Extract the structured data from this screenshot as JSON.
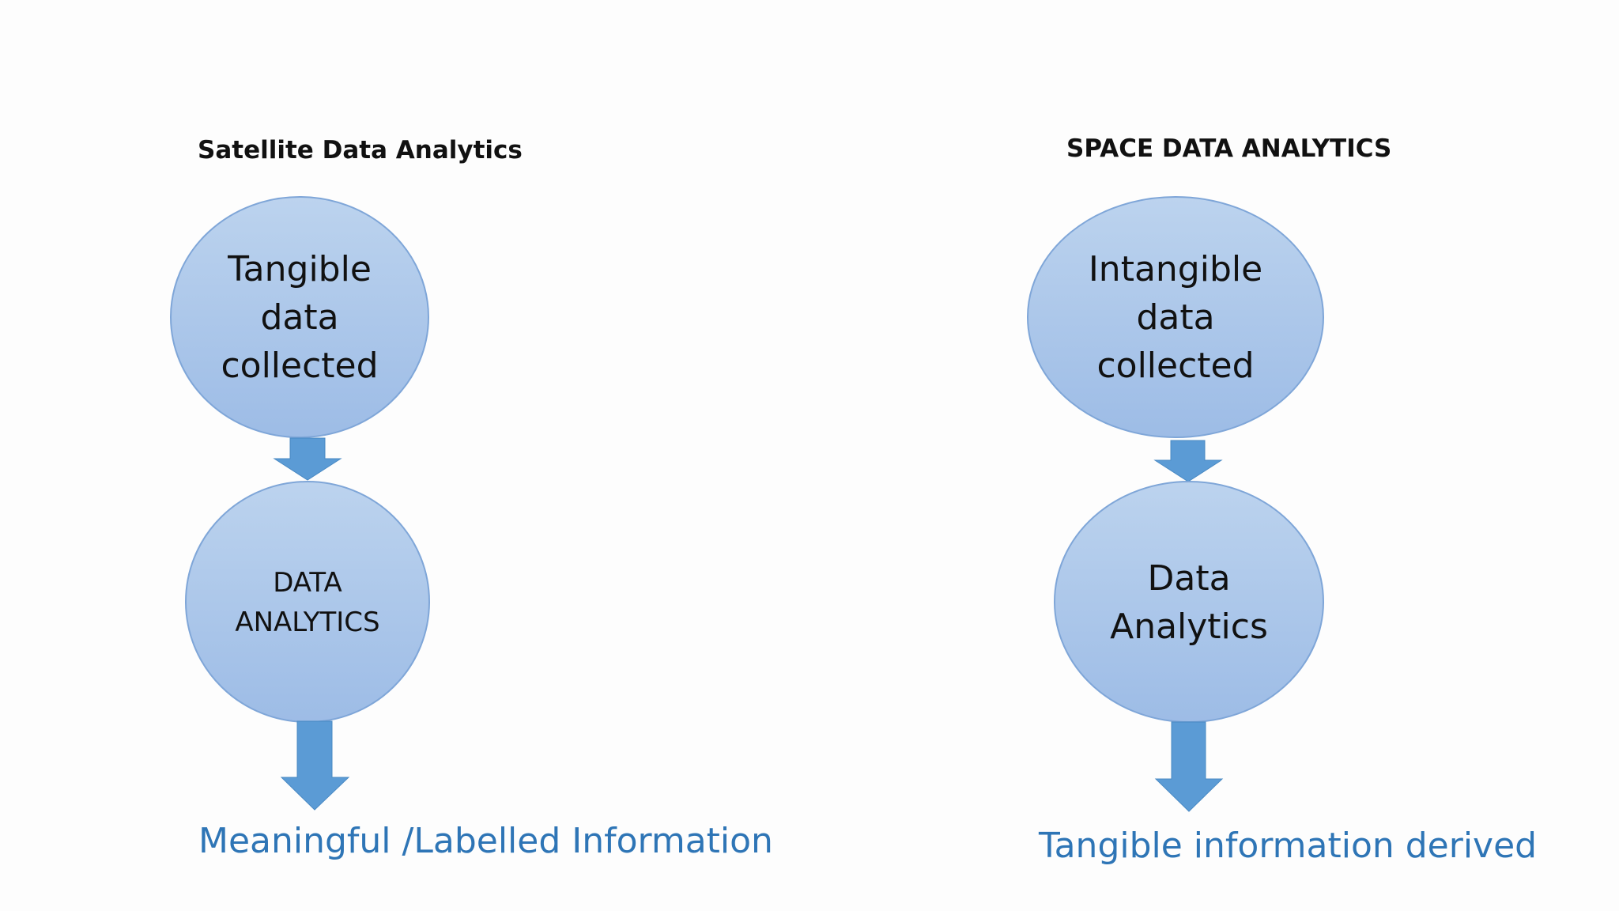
{
  "left_flow": {
    "heading": "Satellite Data Analytics",
    "top_node": "Tangible\ndata\ncollected",
    "middle_node": "DATA\nANALYTICS",
    "outcome": "Meaningful /Labelled Information"
  },
  "right_flow": {
    "heading": "SPACE DATA ANALYTICS",
    "top_node": "Intangible\ndata\ncollected",
    "middle_node": "Data\nAnalytics",
    "outcome": "Tangible information derived"
  },
  "colors": {
    "node_fill_top": "#bcd3ee",
    "node_fill_bottom": "#9dbce6",
    "node_stroke": "#7fa6d8",
    "arrow_fill": "#5b9bd5",
    "outcome_text": "#2e75b6",
    "heading_text": "#111111"
  }
}
